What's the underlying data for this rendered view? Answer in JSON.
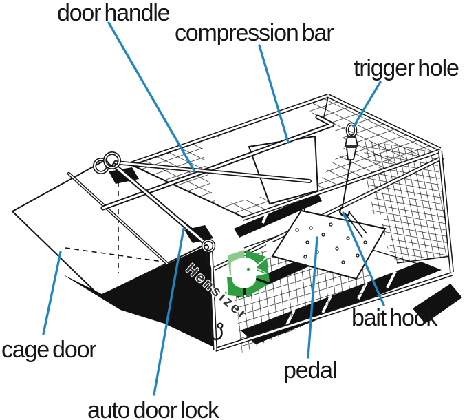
{
  "labels": {
    "door_handle": "door handle",
    "compression_bar": "compression bar",
    "trigger_hole": "trigger hole",
    "bait_hook": "bait hook",
    "cage_door": "cage door",
    "pedal": "pedal",
    "auto_door_lock": "auto door lock"
  },
  "watermark": {
    "brand": "Hensizer"
  },
  "colors": {
    "leader_line": "#1f86c3",
    "logo_green": "#2f9e41",
    "logo_green_light": "#8bca8e",
    "ink": "#161616",
    "background": "#ffffff"
  }
}
